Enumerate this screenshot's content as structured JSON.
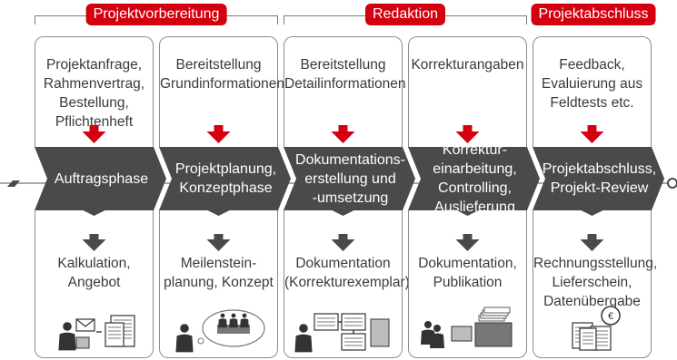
{
  "phases": [
    {
      "label": "Projektvorbereitung"
    },
    {
      "label": "Redaktion"
    },
    {
      "label": "Projektabschluss"
    }
  ],
  "columns": [
    {
      "top": [
        "Projektanfrage,",
        "Rahmenvertrag,",
        "Bestellung,",
        "Pflichtenheft"
      ],
      "chevron": [
        "Auftragsphase"
      ],
      "bottom": [
        "Kalkulation,",
        "Angebot"
      ],
      "icon": "order-documents-icon"
    },
    {
      "top": [
        "Bereitstellung",
        "Grundinformationen"
      ],
      "chevron": [
        "Projektplanung,",
        "Konzeptphase"
      ],
      "bottom": [
        "Meilenstein-",
        "planung, Konzept"
      ],
      "icon": "meeting-planning-icon"
    },
    {
      "top": [
        "Bereitstellung",
        "Detailinformationen"
      ],
      "chevron": [
        "Dokumentations-",
        "erstellung und",
        "-umsetzung"
      ],
      "bottom": [
        "Dokumentation",
        "(Korrekturexemplar)"
      ],
      "icon": "documentation-workflow-icon"
    },
    {
      "top": [
        "Korrekturangaben"
      ],
      "chevron": [
        "Korrektur-",
        "einarbeitung,",
        "Controlling,",
        "Auslieferung"
      ],
      "bottom": [
        "Dokumentation,",
        "Publikation"
      ],
      "icon": "printing-delivery-icon"
    },
    {
      "top": [
        "Feedback,",
        "Evaluierung aus",
        "Feldtests etc."
      ],
      "chevron": [
        "Projektabschluss,",
        "Projekt-Review"
      ],
      "bottom": [
        "Rechnungsstellung,",
        "Lieferschein,",
        "Datenübergabe"
      ],
      "icon": "invoice-documents-icon"
    }
  ],
  "colors": {
    "accent_red": "#d4000f",
    "chevron": "#4a4a4a",
    "text": "#3a3a3a",
    "border": "#8c8c8c"
  }
}
